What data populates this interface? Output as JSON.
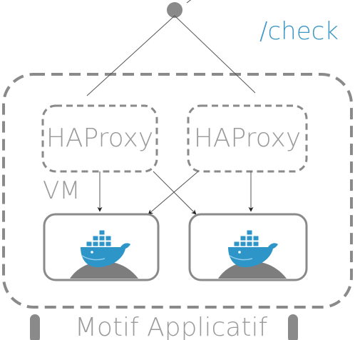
{
  "endpoint": "/check",
  "container_label": "Motif Applicatif",
  "vm_label": "VM",
  "proxies": [
    {
      "label": "HAProxy"
    },
    {
      "label": "HAProxy"
    }
  ],
  "hosts": [
    {
      "icon": "docker-whale-icon"
    },
    {
      "icon": "docker-whale-icon"
    }
  ],
  "colors": {
    "endpoint_text": "#3a97c6",
    "border": "#8a8a8a",
    "text": "#9a9a9a",
    "line": "#555555",
    "whale": "#2e95c9",
    "hill": "#7d7d7d"
  }
}
